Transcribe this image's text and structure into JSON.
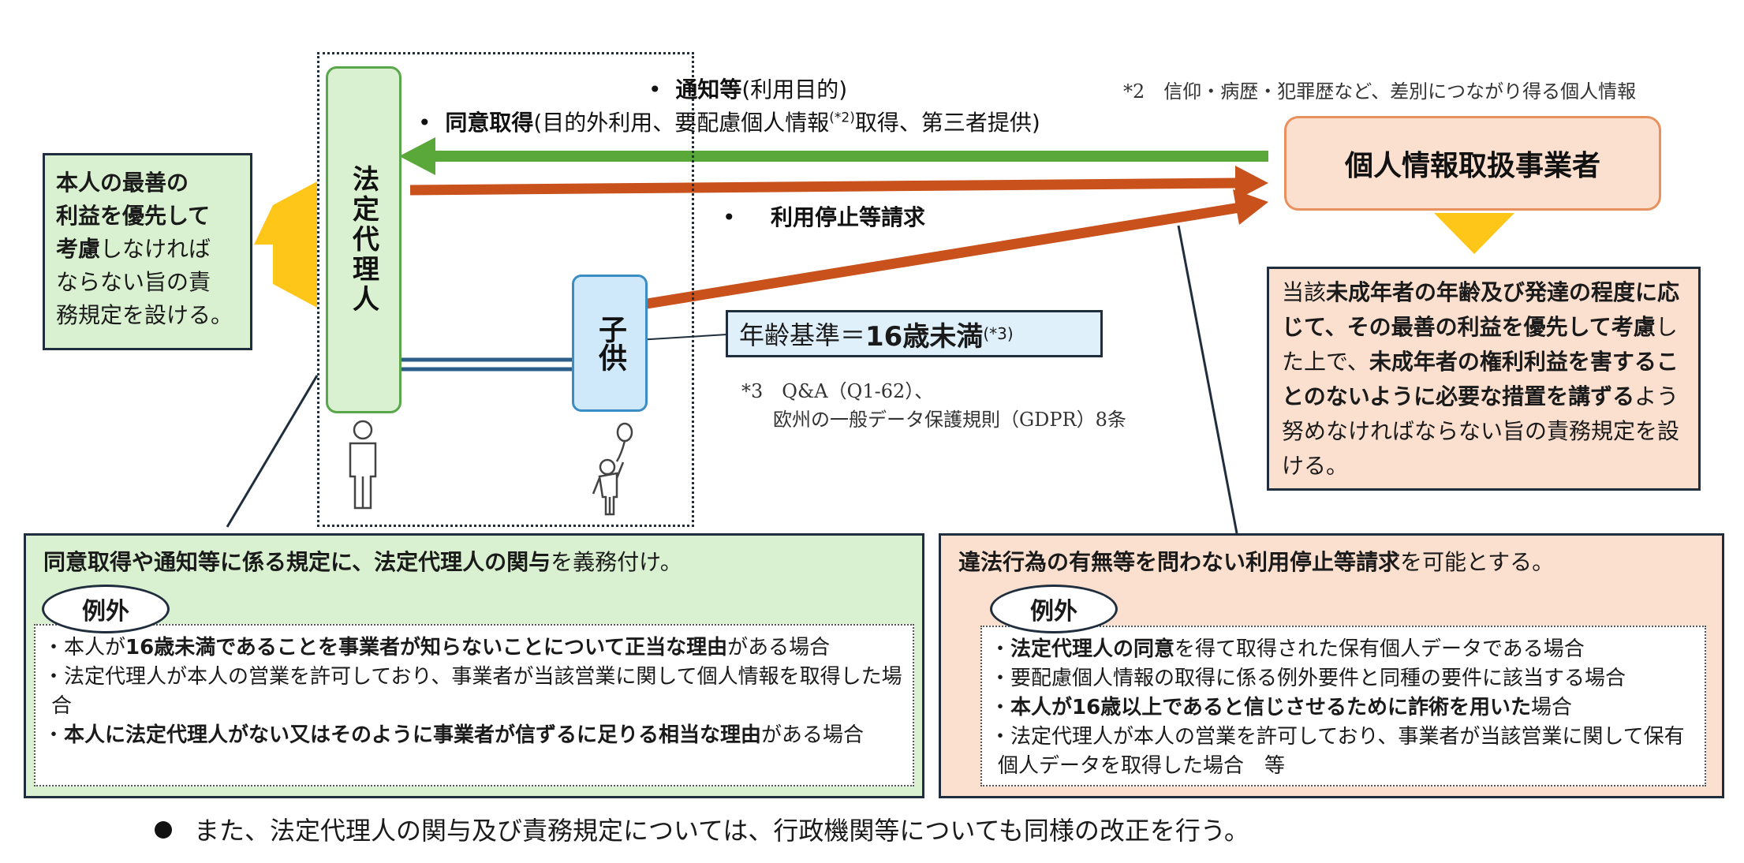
{
  "guardian": {
    "label": "法定代理人"
  },
  "child": {
    "label": "子供"
  },
  "principle_box": {
    "bold1": "本人の最善の",
    "bold2": "利益を優先して",
    "bold3": "考慮",
    "rest1": "しなければ",
    "rest2": "ならない旨の責",
    "rest3": "務規定を設ける。"
  },
  "operator": {
    "label": "個人情報取扱事業者"
  },
  "note2": "*2　信仰・病歴・犯罪歴など、差別につながり得る個人情報",
  "arrows": {
    "notice_bold": "通知等",
    "notice_rest": "(利用目的)",
    "consent_bold": "同意取得",
    "consent_rest1": "(目的外利用、要配慮個人情報",
    "consent_sup": "(*2)",
    "consent_rest2": "取得、第三者提供)",
    "stop_request": "利用停止等請求",
    "bullet": "•"
  },
  "age": {
    "prefix": "年齢基準＝",
    "value": "16歳未満",
    "sup": "(*3)"
  },
  "note3": {
    "line1": "*3　Q&A（Q1-62）、",
    "line2": "欧州の一般データ保護規則（GDPR）8条"
  },
  "duty_box": {
    "t1": "当該",
    "b1": "未成年者の年齢及び発達の程度に応じて、その最善の利益を優先して考慮",
    "t2": "した上で、",
    "b2": "未成年者の権利利益を害することのないように必要な措置を講ずる",
    "t3": "よう努めなければならない旨の責務規定を設ける。"
  },
  "bottom_left": {
    "head_bold": "同意取得や通知等に係る規定に、法定代理人の関与",
    "head_rest": "を義務付け。",
    "exception_label": "例外",
    "items": [
      {
        "pre": "・本人が",
        "bold": "16歳未満であることを事業者が知らないことについて正当な理由",
        "post": "がある場合"
      },
      {
        "pre": "・法定代理人が本人の営業を許可しており、事業者が当該営業に関して個人情報を取得した場合",
        "bold": "",
        "post": ""
      },
      {
        "pre": "・",
        "bold": "本人に法定代理人がない又はそのように事業者が信ずるに足りる相当な理由",
        "post": "がある場合"
      }
    ]
  },
  "bottom_right": {
    "head_bold": "違法行為の有無等を問わない利用停止等請求",
    "head_rest": "を可能とする。",
    "exception_label": "例外",
    "items": [
      {
        "pre": "・",
        "bold": "法定代理人の同意",
        "post": "を得て取得された保有個人データである場合"
      },
      {
        "pre": "・要配慮個人情報の取得に係る例外要件と同種の要件に該当する場合",
        "bold": "",
        "post": ""
      },
      {
        "pre": "・",
        "bold": "本人が16歳以上であると信じさせるために詐術を用いた",
        "post": "場合"
      },
      {
        "pre": "・法定代理人が本人の営業を許可しており、事業者が当該営業に関して保有個人データを取得した場合　等",
        "bold": "",
        "post": ""
      }
    ]
  },
  "footer": "また、法定代理人の関与及び責務規定については、行政機関等についても同様の改正を行う。",
  "colors": {
    "green_arrow": "#5aa83a",
    "orange_arrow": "#c8511c",
    "yellow_pointer": "#ffc61a",
    "green_fill": "#d9f1d0",
    "peach_fill": "#fbe0d0",
    "blue_fill": "#cfe9fb",
    "dark_line": "#1f2d3d"
  },
  "icons": [
    "adult-person-icon",
    "child-with-balloon-icon"
  ]
}
